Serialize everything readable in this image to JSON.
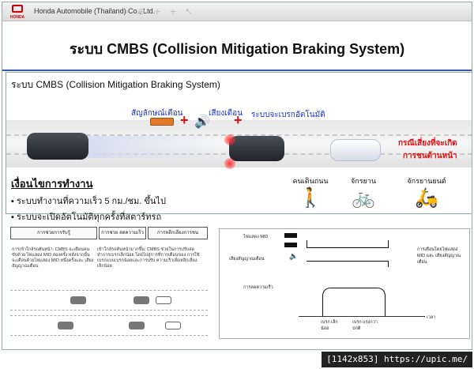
{
  "header": {
    "logo_text": "HONDA",
    "company": "Honda Automobile (Thailand) Co., Ltd."
  },
  "toolbar": {
    "icons": [
      "back-icon",
      "forward-icon",
      "zoom-in-icon",
      "plus-icon",
      "plus-icon",
      "cursor-icon"
    ]
  },
  "slide": {
    "title": "ระบบ CMBS (Collision Mitigation Braking System)",
    "subtitle": "ระบบ CMBS (Collision Mitigation Braking System)",
    "labels": {
      "warning_symbol": "สัญลักษณ์เตือน",
      "warning_sound": "เสียงเตือน",
      "auto_brake": "ระบบจะเบรกอัตโนมัติ",
      "collision_risk_line1": "กรณีเสี่ยงที่จะเกิด",
      "collision_risk_line2": "การชนด้านหน้า"
    },
    "conditions": {
      "heading": "เงื่อนไขการทำงาน",
      "items": [
        "ระบบทำงานที่ความเร็ว 5 กม./ชม. ขึ้นไป",
        "ระบบจะเปิดอัตโนมัติทุกครั้งที่สตาร์ทรถ"
      ]
    },
    "targets": [
      {
        "label": "คนเดินถนน",
        "icon": "pedestrian-icon"
      },
      {
        "label": "จักรยาน",
        "icon": "bicycle-icon"
      },
      {
        "label": "จักรยานยนต์",
        "icon": "motorcycle-icon"
      }
    ]
  },
  "diagram": {
    "steps": [
      "การช่วยการรับรู้",
      "การช่วย ลดความเร็ว",
      "การหลีกเลี่ยงการชน"
    ],
    "step_notes": [
      "การเข้าใกล้รถคันหน้า: CMBS จะเตือนคนขับด้วย ไฟแสดง MID สองครั้ง หลังจากนั้น จะเตือนด้วยไฟแสดง MID หนึ่งครั้งและ เสียงสัญญาณเตือน",
      "เข้าใกล้รถคันหน้ามากขึ้น: CMBS ช่วยในการปรับลด ทำการเบรกเล็กน้อย โดยไปสู่การที่การเตือนของ การใช้เบรกแบบเบรกน้อยและการปรับ ความเร็วเพื่อหลีกเลี่ยงเล็กน้อย"
    ],
    "timing": {
      "row1": "ไฟแสดง MID",
      "row2": "เสียงสัญญาณเตือน",
      "row3": "การลดความเร็ว",
      "side_note": "การเตือนโดยไฟแสดง MID และ เสียงสัญญาณเตือน",
      "x_label": "เวลา",
      "phase1": "เบรก เล็กน้อย",
      "phase2": "เบรก แรงกว่าปกติ"
    }
  },
  "footer": {
    "text": "[1142x853] https://upic.me/"
  },
  "colors": {
    "accent_red": "#e01010",
    "accent_blue": "#1a2fd0",
    "rule_blue": "#3355aa"
  }
}
